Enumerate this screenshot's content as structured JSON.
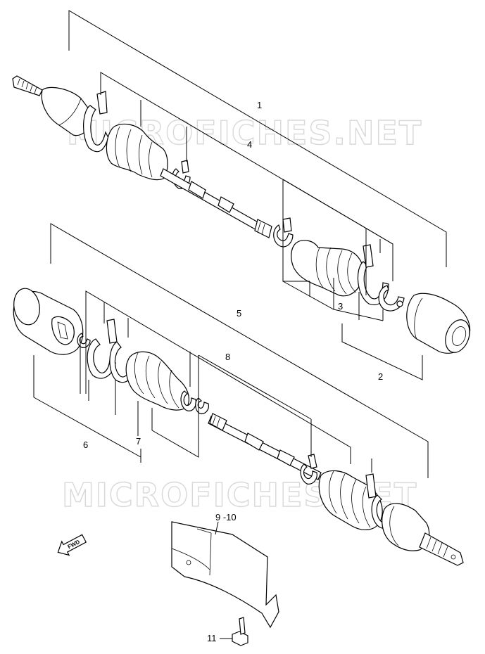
{
  "watermark": {
    "text_top": "MICROFICHES.NET",
    "text_bottom": "MICROFICHES.NET"
  },
  "callouts": {
    "c1": "1",
    "c2": "2",
    "c3": "3",
    "c4": "4",
    "c5": "5",
    "c6": "6",
    "c7": "7",
    "c8": "8",
    "c9_10": "9 -10",
    "c11": "11"
  },
  "direction_arrow": {
    "label": "FWD",
    "icon": "fwd-arrow-icon"
  }
}
